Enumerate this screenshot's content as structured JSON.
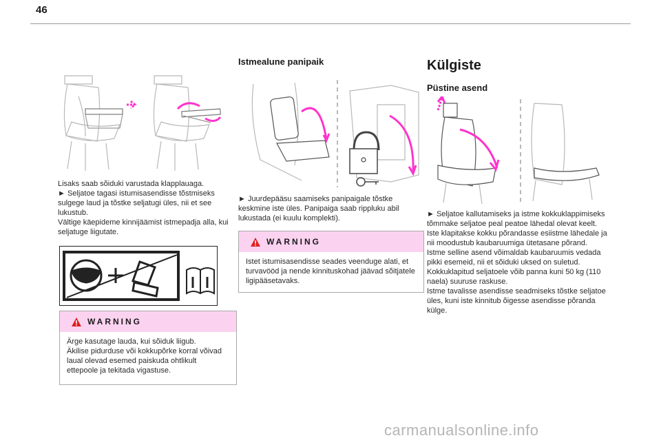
{
  "page": {
    "number": "46"
  },
  "col1": {
    "paragraphs": [
      "Lisaks saab sõiduki varustada klapplauaga.",
      "► Seljatoe tagasi istumisasendisse tõstmiseks sulgege laud ja tõstke seljatugi üles, nii et see lukustub.",
      "Vältige käepideme kinnijäämist istmepadja alla, kui seljatuge liigutate."
    ],
    "warning": {
      "title": "WARNING",
      "lines": [
        "Ärge kasutage lauda, kui sõiduk liigub.",
        "Äkilise pidurduse või kokkupõrke korral võivad laual olevad esemed paiskuda ohtlikult ettepoole ja tekitada vigastuse."
      ]
    }
  },
  "col2": {
    "heading": "Istmealune panipaik",
    "paragraph": "► Juurdepääsu saamiseks panipaigale tõstke keskmine iste üles. Panipaiga saab rippluku abil lukustada (ei kuulu komplekti).",
    "warning": {
      "title": "WARNING",
      "text": "Istet istumisasendisse seades veenduge alati, et turvavööd ja nende kinnituskohad jäävad sõitjatele ligipääsetavaks."
    }
  },
  "col3": {
    "heading": "Külgiste",
    "subheading": "Püstine asend",
    "paragraphs": [
      "► Seljatoe kallutamiseks ja istme kokkuklappimiseks tõmmake seljatoe peal peatoe lähedal olevat keelt.",
      "Iste klapitakse kokku põrandasse esiistme lähedale ja nii moodustub kaubaruumiga ütetasane põrand.",
      "Istme selline asend võimaldab kaubaruumis vedada pikki esemeid, nii et sõiduki uksed on suletud.",
      "Kokkuklapitud seljatoele võib panna kuni 50 kg (110 naela) suuruse raskuse.",
      "Istme tavalisse asendisse seadmiseks tõstke seljatoe üles, kuni iste kinnitub õigesse asendisse põranda külge."
    ]
  },
  "watermark": "carmanualsonline.info",
  "colors": {
    "accent": "#ff33cc",
    "warning_band": "#fbd3f1",
    "rule": "#9a9a9a"
  },
  "icons": [
    "warning-triangle-icon",
    "steering-wheel-icon",
    "seat-icon",
    "manual-info-icon",
    "padlock-icon",
    "key-icon"
  ]
}
